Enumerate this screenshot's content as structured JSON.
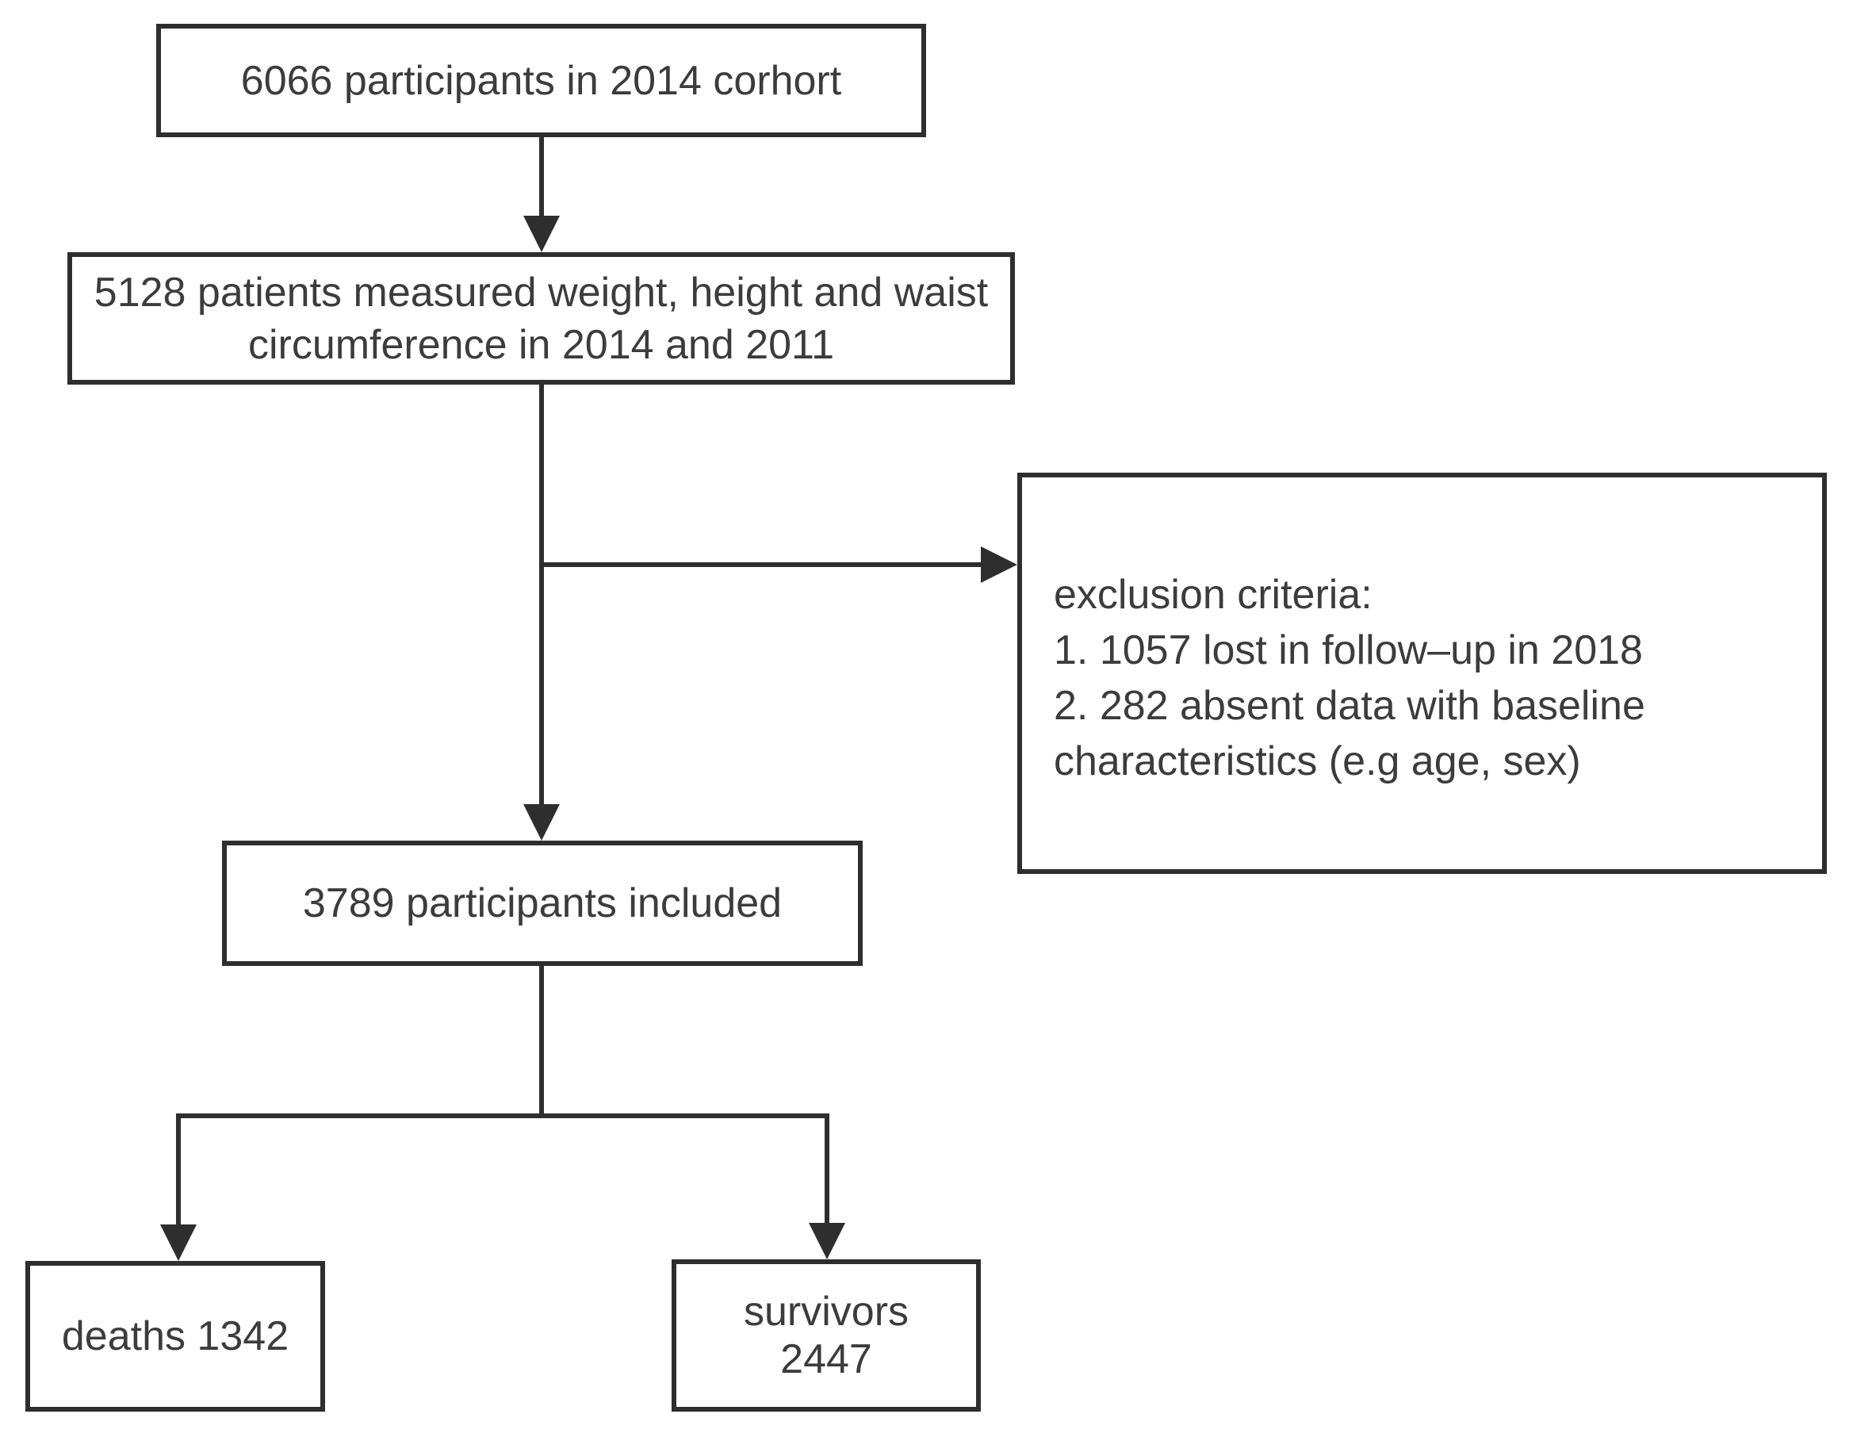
{
  "colors": {
    "line": "#2e2e2e",
    "text": "#3c3c3c",
    "background": "#ffffff"
  },
  "flowchart": {
    "cohort": {
      "text": "6066 participants in 2014 corhort"
    },
    "measured": {
      "line1": "5128 patients measured weight, height and waist",
      "line2": "circumference in 2014 and 2011"
    },
    "exclusion": {
      "title": "exclusion criteria:",
      "item1": "1. 1057 lost in follow–up in 2018",
      "item2": "2. 282 absent data with baseline",
      "item2_continued": "characteristics (e.g age, sex)"
    },
    "included": {
      "text": "3789 participants included"
    },
    "deaths": {
      "text": "deaths 1342"
    },
    "survivors": {
      "line1": "survivors",
      "line2": "2447"
    }
  }
}
